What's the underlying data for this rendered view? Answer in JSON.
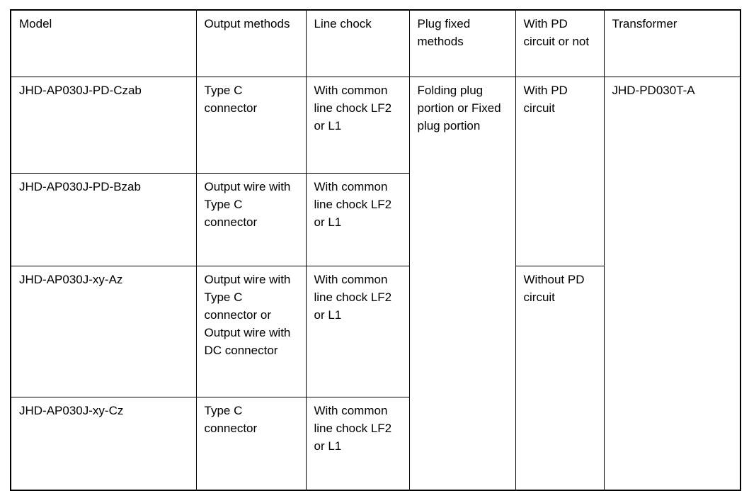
{
  "table": {
    "headers": [
      "Model",
      "Output methods",
      "Line chock",
      "Plug fixed methods",
      "With PD circuit or not",
      "Transformer"
    ],
    "rows": [
      {
        "model": "JHD-AP030J-PD-Czab",
        "output_methods": "Type C connector",
        "line_chock": "With common line chock LF2 or L1",
        "plug_fixed_methods": "Folding plug portion or Fixed plug portion",
        "pd_circuit": "With PD circuit",
        "transformer": "JHD-PD030T-A"
      },
      {
        "model": "JHD-AP030J-PD-Bzab",
        "output_methods": "Output wire with Type C connector",
        "line_chock": "With common line chock LF2 or L1"
      },
      {
        "model": "JHD-AP030J-xy-Az",
        "output_methods": "Output wire with Type C connector or Output wire with DC connector",
        "line_chock": "With common line chock LF2 or L1",
        "pd_circuit": "Without PD circuit"
      },
      {
        "model": "JHD-AP030J-xy-Cz",
        "output_methods": "Type C connector",
        "line_chock": "With common line chock LF2 or L1"
      }
    ]
  },
  "colors": {
    "border": "#000000",
    "text": "#000000",
    "background": "#ffffff"
  }
}
